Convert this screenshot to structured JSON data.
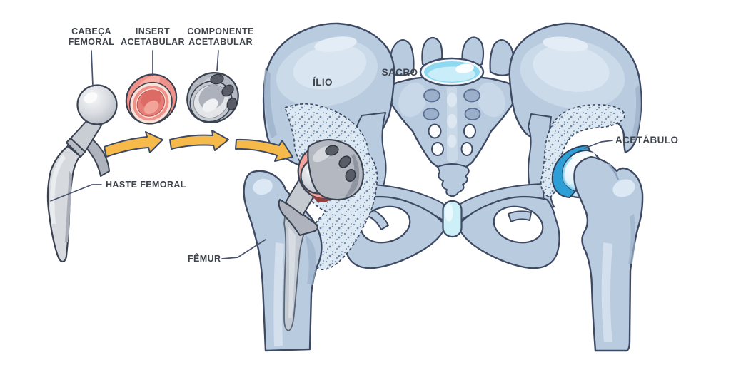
{
  "labels": {
    "cabeca_femoral": "CABEÇA FEMORAL",
    "insert_acetabular": "INSERT ACETABULAR",
    "componente_acetabular": "COMPONENTE ACETABULAR",
    "haste_femoral": "HASTE FEMORAL",
    "femur": "FÊMUR",
    "ilio": "ÍLIO",
    "sacro": "SACRO",
    "acetabulo": "ACETÁBULO"
  },
  "colors": {
    "background": "#FFFFFF",
    "bone": "#B9CBDF",
    "bone_outline": "#3E4A63",
    "implant_gray": "#C6CAD1",
    "insert_pink": "#F0918A",
    "arrow_yellow": "#F6BA4A",
    "cartilage_blue": "#2E9FD6",
    "disc_cyan": "#8FD9F0",
    "label_text": "#3F434B",
    "leader_line": "#49536F"
  }
}
